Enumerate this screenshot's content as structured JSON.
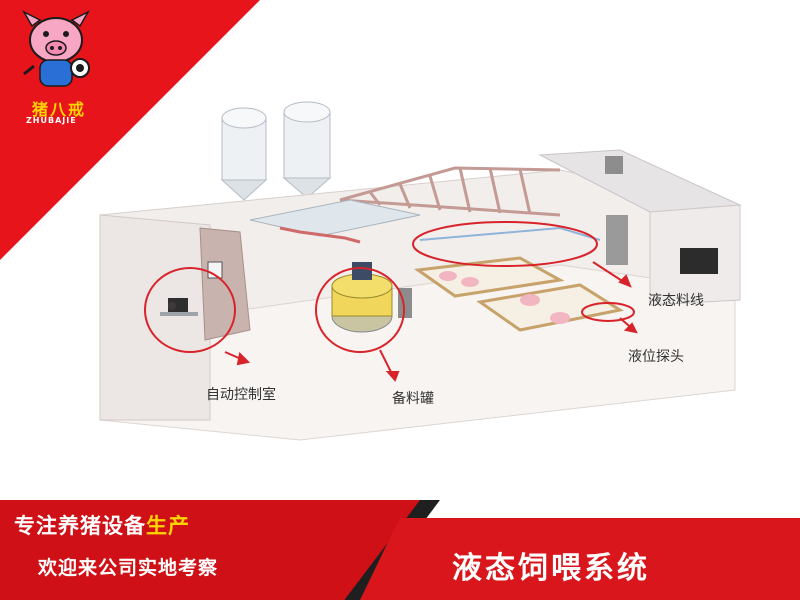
{
  "brand": {
    "logo_text": "猪八戒",
    "logo_sub": "ZHUBAJIE"
  },
  "diagram": {
    "labels": {
      "control_room": "自动控制室",
      "prep_tank": "备料罐",
      "feed_line": "液态料线",
      "level_probe": "液位探头"
    }
  },
  "banner": {
    "tagline_main": "专注养猪设备",
    "tagline_highlight": "生产",
    "tagline_sub": "欢迎来公司实地考察",
    "title": "液态饲喂系统"
  },
  "colors": {
    "brand_red": "#e8141b",
    "highlight_yellow": "#ffd400",
    "annotation_red": "#d8232a"
  }
}
